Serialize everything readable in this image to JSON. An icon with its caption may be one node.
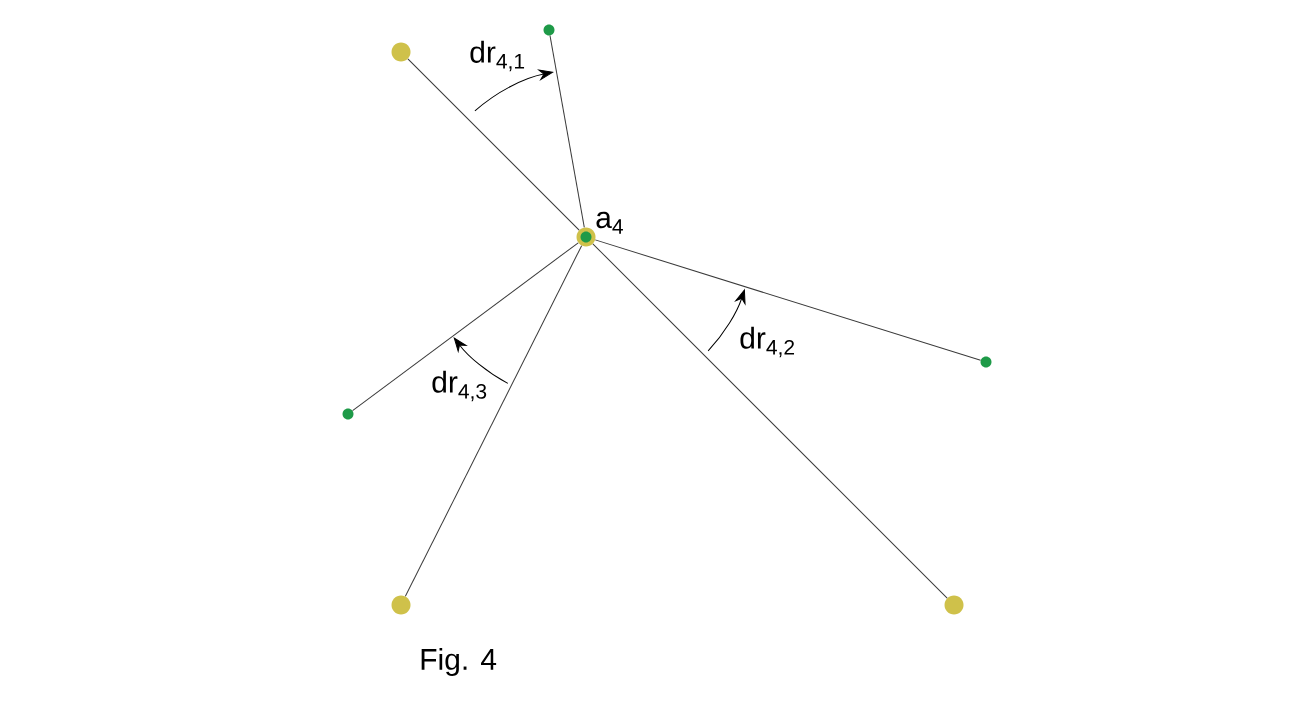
{
  "diagram": {
    "caption": "Fig. 4",
    "nodes": [
      {
        "text": [],
        "shape": "circle",
        "beside": [
          "a$_{4}$"
        ]
      },
      {
        "text": [],
        "shape": "circle"
      },
      {
        "text": [],
        "shape": "circle"
      },
      {
        "text": [],
        "shape": "circle"
      },
      {
        "text": [],
        "shape": "circle"
      },
      {
        "text": [],
        "shape": "circle"
      },
      {
        "text": [],
        "shape": "circle"
      }
    ],
    "edges": [
      {
        "from": 0,
        "to": 1,
        "arrow": "none"
      },
      {
        "from": 0,
        "to": 2,
        "arrow": "none"
      },
      {
        "from": 0,
        "to": 3,
        "arrow": "none"
      },
      {
        "from": 0,
        "to": 4,
        "arrow": "none"
      },
      {
        "from": 0,
        "to": 5,
        "arrow": "none"
      },
      {
        "from": 0,
        "to": 6,
        "arrow": "none"
      }
    ],
    "labels": [
      "dr$_{4,1}$",
      "dr$_{4,2}$",
      "dr$_{4,3}$"
    ]
  }
}
